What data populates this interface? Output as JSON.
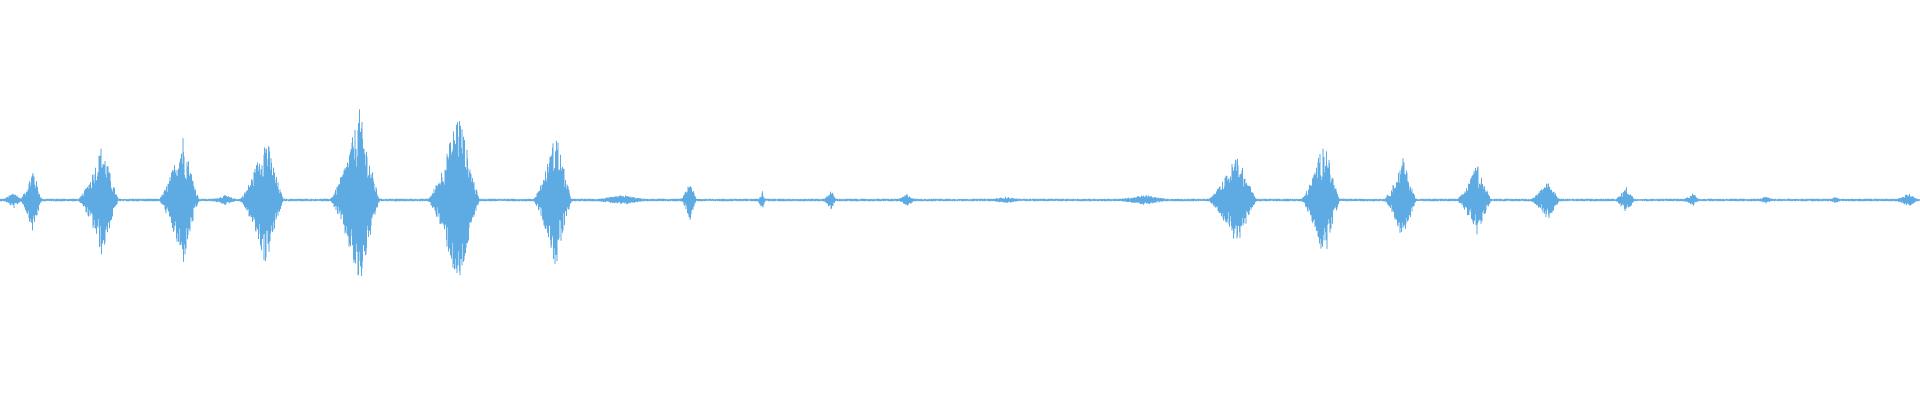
{
  "waveform": {
    "color": "#5eaae3",
    "events": [
      {
        "start": 0.0,
        "end": 0.012,
        "amp": 0.05
      },
      {
        "start": 0.01,
        "end": 0.022,
        "amp": 0.2
      },
      {
        "start": 0.04,
        "end": 0.062,
        "amp": 0.34
      },
      {
        "start": 0.082,
        "end": 0.104,
        "amp": 0.4
      },
      {
        "start": 0.106,
        "end": 0.125,
        "amp": 0.03
      },
      {
        "start": 0.124,
        "end": 0.148,
        "amp": 0.4
      },
      {
        "start": 0.171,
        "end": 0.198,
        "amp": 0.54
      },
      {
        "start": 0.222,
        "end": 0.25,
        "amp": 0.55
      },
      {
        "start": 0.277,
        "end": 0.298,
        "amp": 0.42
      },
      {
        "start": 0.302,
        "end": 0.34,
        "amp": 0.03
      },
      {
        "start": 0.354,
        "end": 0.363,
        "amp": 0.12
      },
      {
        "start": 0.394,
        "end": 0.399,
        "amp": 0.06
      },
      {
        "start": 0.428,
        "end": 0.436,
        "amp": 0.06
      },
      {
        "start": 0.466,
        "end": 0.477,
        "amp": 0.04
      },
      {
        "start": 0.508,
        "end": 0.535,
        "amp": 0.02
      },
      {
        "start": 0.574,
        "end": 0.612,
        "amp": 0.03
      },
      {
        "start": 0.628,
        "end": 0.655,
        "amp": 0.28
      },
      {
        "start": 0.677,
        "end": 0.698,
        "amp": 0.37
      },
      {
        "start": 0.72,
        "end": 0.738,
        "amp": 0.25
      },
      {
        "start": 0.758,
        "end": 0.777,
        "amp": 0.22
      },
      {
        "start": 0.796,
        "end": 0.813,
        "amp": 0.12
      },
      {
        "start": 0.84,
        "end": 0.852,
        "amp": 0.08
      },
      {
        "start": 0.875,
        "end": 0.886,
        "amp": 0.04
      },
      {
        "start": 0.912,
        "end": 0.925,
        "amp": 0.02
      },
      {
        "start": 0.95,
        "end": 0.96,
        "amp": 0.02
      },
      {
        "start": 0.985,
        "end": 1.0,
        "amp": 0.04
      }
    ],
    "baseline_noise": 0.008
  }
}
